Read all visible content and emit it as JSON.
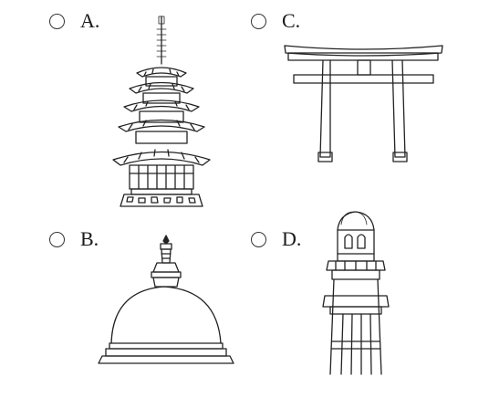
{
  "options": [
    {
      "letter": "A.",
      "picture": "pagoda-icon"
    },
    {
      "letter": "B.",
      "picture": "stupa-icon"
    },
    {
      "letter": "C.",
      "picture": "torii-gate-icon"
    },
    {
      "letter": "D.",
      "picture": "minaret-icon"
    }
  ]
}
